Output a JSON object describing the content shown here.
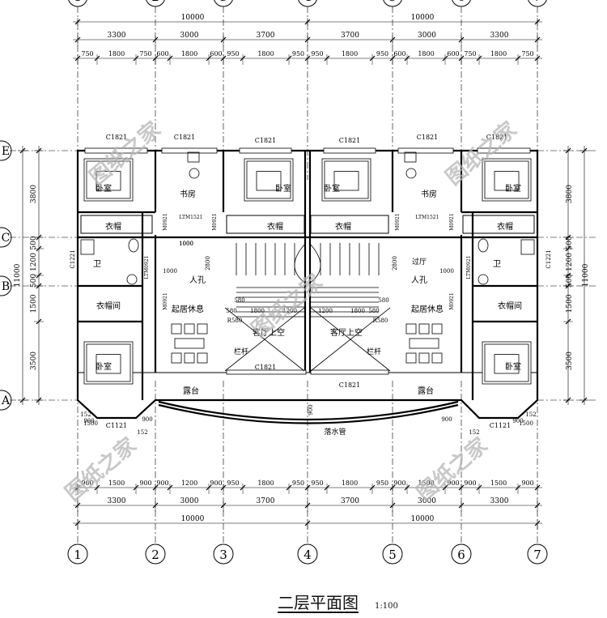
{
  "drawing": {
    "title": "二层平面图",
    "scale": "1:100",
    "watermark": "图纸之家"
  },
  "axes": {
    "columns": [
      "1",
      "2",
      "3",
      "4",
      "5",
      "6",
      "7"
    ],
    "rows": [
      "E",
      "C",
      "B",
      "A"
    ]
  },
  "dimensions": {
    "top_total": [
      "10000",
      "10000"
    ],
    "top_bays": [
      "3300",
      "3000",
      "3700",
      "3700",
      "3000",
      "3300"
    ],
    "top_detail": [
      "750",
      "1800",
      "750",
      "600",
      "1800",
      "600",
      "950",
      "1800",
      "950",
      "950",
      "1800",
      "950",
      "600",
      "1800",
      "600",
      "750",
      "1800",
      "750"
    ],
    "bottom_total": [
      "10000",
      "10000"
    ],
    "bottom_bays": [
      "3300",
      "3000",
      "3700",
      "3700",
      "3000",
      "3300"
    ],
    "bottom_detail": [
      "900",
      "1500",
      "900",
      "900",
      "1200",
      "900",
      "950",
      "1800",
      "950",
      "950",
      "1800",
      "950",
      "900",
      "1500",
      "900",
      "900",
      "1500",
      "900"
    ],
    "left_total": "11000",
    "left_parts": [
      "3800",
      "500",
      "1200",
      "500",
      "1500",
      "3500"
    ],
    "right_total": "11000",
    "right_parts": [
      "3800",
      "500",
      "1200",
      "500",
      "1500",
      "3500"
    ],
    "misc": [
      "1000",
      "1000",
      "2800",
      "2800",
      "1000",
      "1000",
      "1200",
      "1800",
      "1800",
      "1200",
      "580",
      "580",
      "580",
      "580",
      "R580",
      "R580",
      "900",
      "900",
      "900",
      "900",
      "900",
      "152",
      "152",
      "152",
      "152",
      "1500",
      "1500"
    ]
  },
  "rooms": {
    "bedroom": "卧室",
    "study": "书房",
    "wardrobe": "衣帽",
    "wardrobe_room": "衣帽间",
    "bath": "卫",
    "lounge": "起居休息",
    "void": "客厅上空",
    "railing": "栏杆",
    "terrace": "露台",
    "manhole": "人孔",
    "hall": "过厅",
    "drainpipe": "落水管"
  },
  "tags": {
    "window_c1821": "C1821",
    "window_c1121": "C1121",
    "window_c1221": "C1221",
    "door_m0921": "M0921",
    "door_ltm1521": "LTM1521",
    "door_ltm0921": "LTM0921"
  }
}
